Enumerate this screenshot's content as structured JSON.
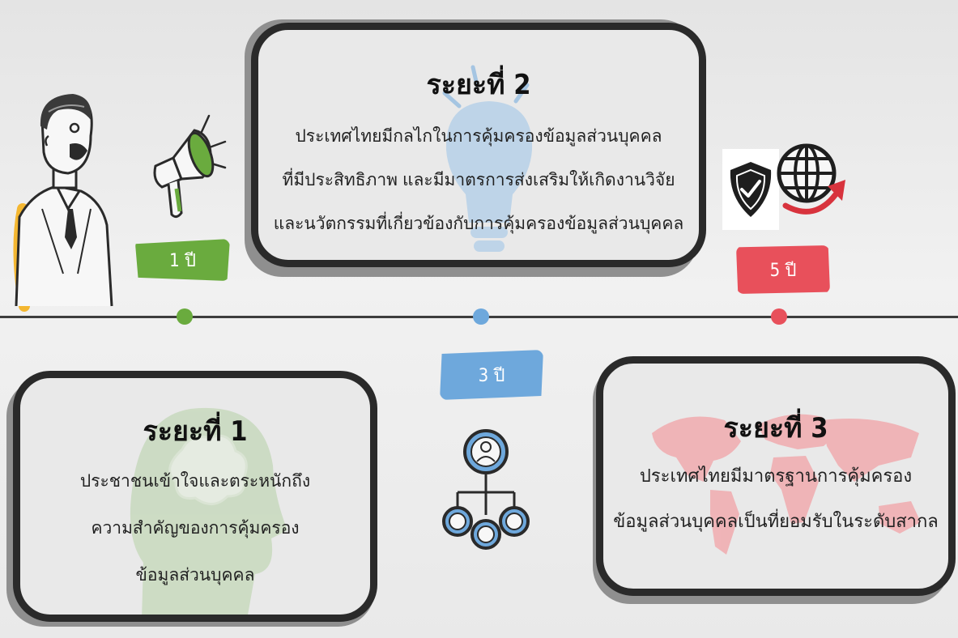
{
  "timeline": {
    "milestones": [
      {
        "label": "1 ปี",
        "color": "#6aab3e"
      },
      {
        "label": "3 ปี",
        "color": "#6ea8dc"
      },
      {
        "label": "5 ปี",
        "color": "#e8505b"
      }
    ]
  },
  "phases": [
    {
      "title": "ระยะที่ 1",
      "lines": [
        "ประชาชนเข้าใจและตระหนักถึง",
        "ความสำคัญของการคุ้มครอง",
        "ข้อมูลส่วนบุคคล"
      ],
      "watermark_icon": "head-brain-icon"
    },
    {
      "title": "ระยะที่ 2",
      "lines": [
        "ประเทศไทยมีกลไกในการคุ้มครองข้อมูลส่วนบุคคล",
        "ที่มีประสิทธิภาพ และมีมาตรการส่งเสริมให้เกิดงานวิจัย",
        "และนวัตกรรมที่เกี่ยวข้องกับการคุ้มครองข้อมูลส่วนบุคคล"
      ],
      "watermark_icon": "lightbulb-icon"
    },
    {
      "title": "ระยะที่ 3",
      "lines": [
        "ประเทศไทยมีมาตรฐานการคุ้มครอง",
        "ข้อมูลส่วนบุคคลเป็นที่ยอมรับในระดับสากล"
      ],
      "watermark_icon": "world-map-icon"
    }
  ],
  "icons": [
    "person-speaking-icon",
    "megaphone-icon",
    "shield-check-icon",
    "globe-arrow-icon",
    "people-network-icon"
  ],
  "colors": {
    "accent_green": "#6aab3e",
    "accent_blue": "#6ea8dc",
    "accent_red": "#e8505b",
    "outline": "#2a2a2a",
    "yellow": "#f4b731"
  }
}
